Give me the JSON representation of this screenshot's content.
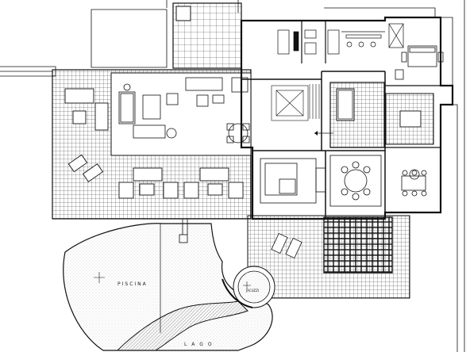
{
  "plan": {
    "labels": {
      "pool": "PISCINA",
      "lake": "L A G O",
      "hot_tub": "JACUZZI"
    },
    "colors": {
      "line": "#111111",
      "background": "#ffffff",
      "hatch": "#555555"
    }
  }
}
